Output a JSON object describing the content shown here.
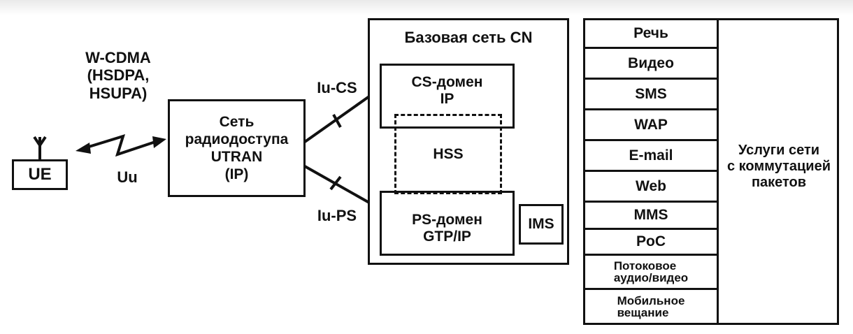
{
  "ue": {
    "label": "UE"
  },
  "radio_link": {
    "standard": "W-CDMA\n(HSDPA,\nHSUPA)",
    "interface": "Uu"
  },
  "utran": {
    "label": "Сеть\nрадиодоступа\nUTRAN\n(IP)"
  },
  "interfaces": {
    "iu_cs": "Iu-CS",
    "iu_ps": "Iu-PS"
  },
  "core_network": {
    "title": "Базовая сеть CN",
    "cs_domain": "CS-домен\nIP",
    "hss": "HSS",
    "ps_domain": "PS-домен\nGTP/IP",
    "ims": "IMS"
  },
  "services": {
    "items": [
      "Речь",
      "Видео",
      "SMS",
      "WAP",
      "E-mail",
      "Web",
      "MMS",
      "PoC",
      "Потоковое\nаудио/видео",
      "Мобильное\nвещание"
    ],
    "packet_label": "Услуги сети\nс коммутацией\nпакетов"
  }
}
